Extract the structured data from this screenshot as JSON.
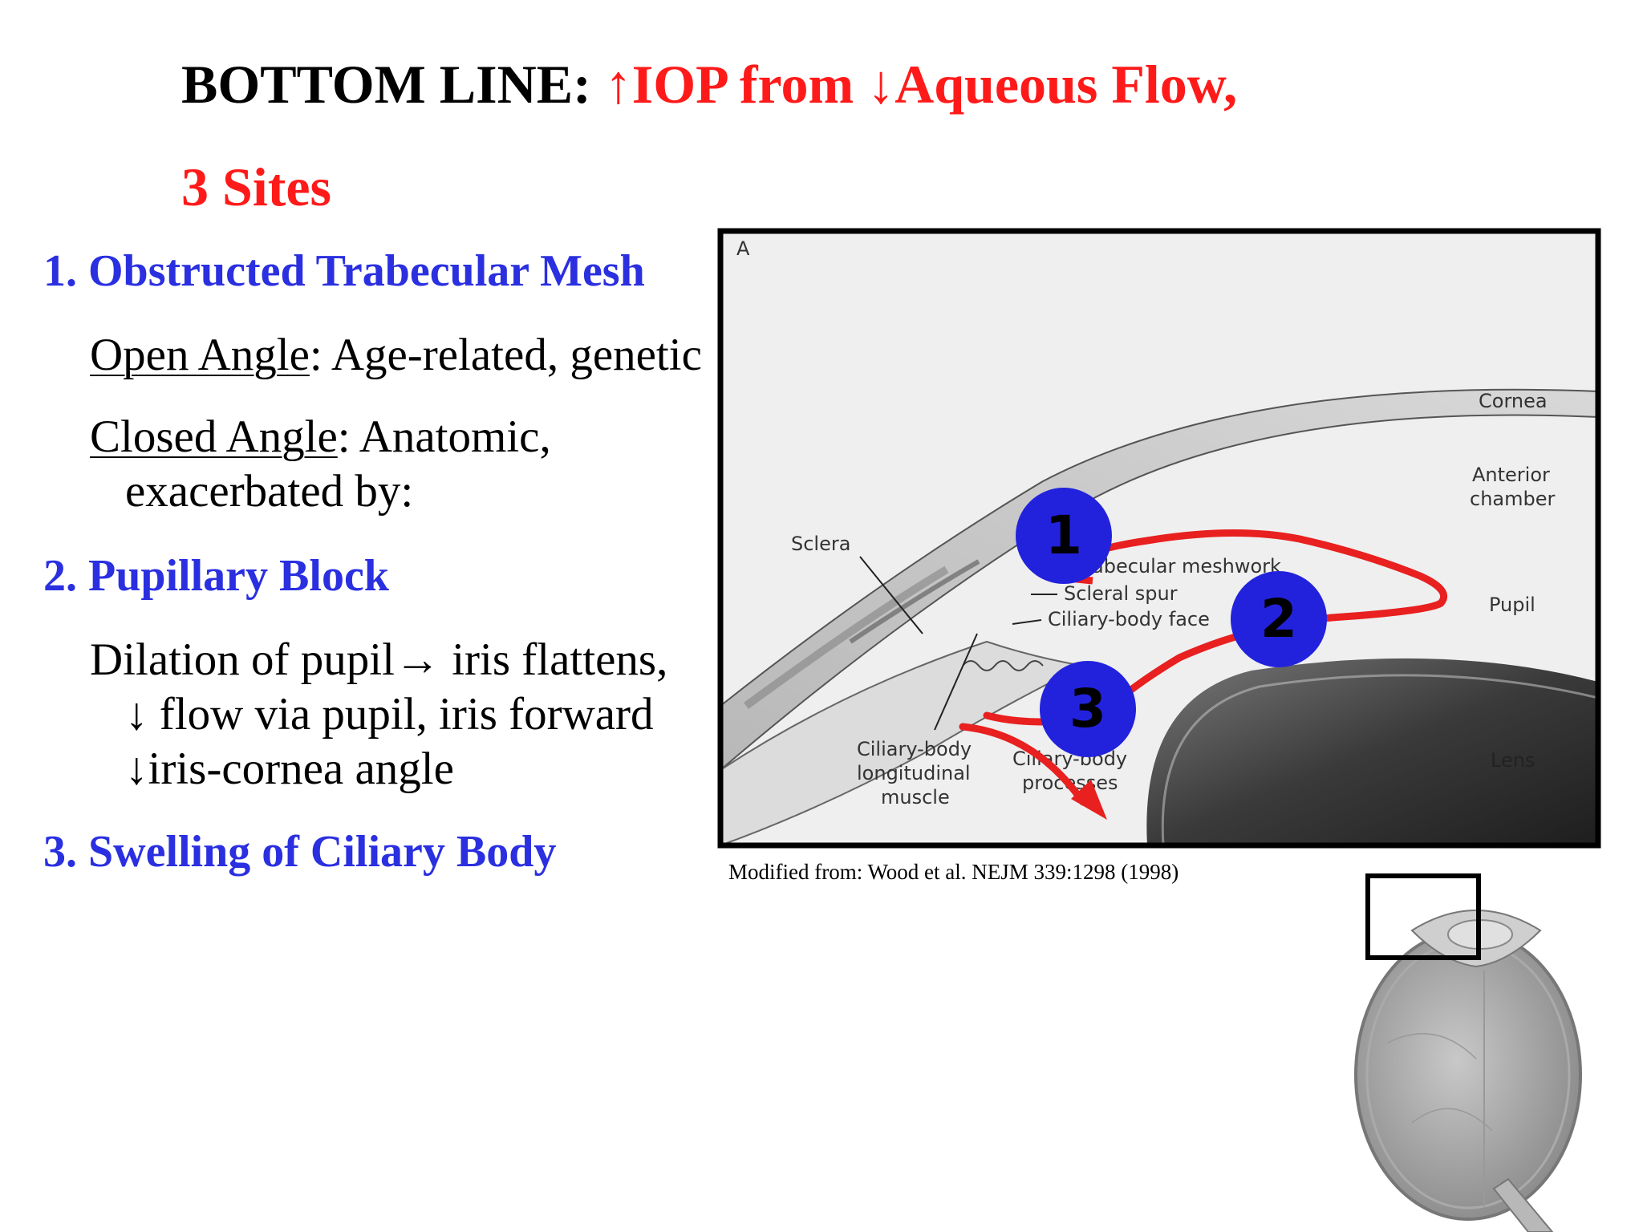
{
  "title": {
    "prefix": "BOTTOM LINE: ",
    "up_arrow": "↑",
    "iop": "IOP from ",
    "down_arrow": "↓",
    "aqueous": "Aqueous Flow,",
    "sites": "3 Sites"
  },
  "items": [
    {
      "heading": "1. Obstructed Trabecular Mesh"
    },
    {
      "heading": "2. Pupillary Block"
    },
    {
      "heading": "3.  Swelling of Ciliary Body"
    }
  ],
  "open_angle": {
    "label": "Open Angle",
    "text": ": Age-related, genetic"
  },
  "closed_angle": {
    "label": "Closed Angle",
    "text": ": Anatomic,",
    "line2": "exacerbated by:"
  },
  "pupillary_detail": {
    "line1": "Dilation of pupil→ iris flattens,",
    "line2": "↓ flow via pupil,  iris forward",
    "line3": "↓iris-cornea angle"
  },
  "figure": {
    "panel_letter": "A",
    "labels": {
      "cornea": "Cornea",
      "anterior_1": "Anterior",
      "anterior_2": "chamber",
      "sclera": "Sclera",
      "trabecular": "Trabecular meshwork",
      "scleral_spur": "Scleral spur",
      "ciliary_face": "Ciliary-body face",
      "pupil": "Pupil",
      "muscle_1": "Ciliary-body",
      "muscle_2": "longitudinal",
      "muscle_3": "muscle",
      "processes_1": "Ciliary-body",
      "processes_2": "processes",
      "lens": "Lens"
    },
    "markers": [
      "1",
      "2",
      "3"
    ],
    "colors": {
      "marker": "#2222dd",
      "flow": "#e8201f",
      "heading": "#2a2fe0",
      "title_red": "#ff1a1a"
    }
  },
  "caption": "Modified from: Wood et al. NEJM 339:1298 (1998)"
}
